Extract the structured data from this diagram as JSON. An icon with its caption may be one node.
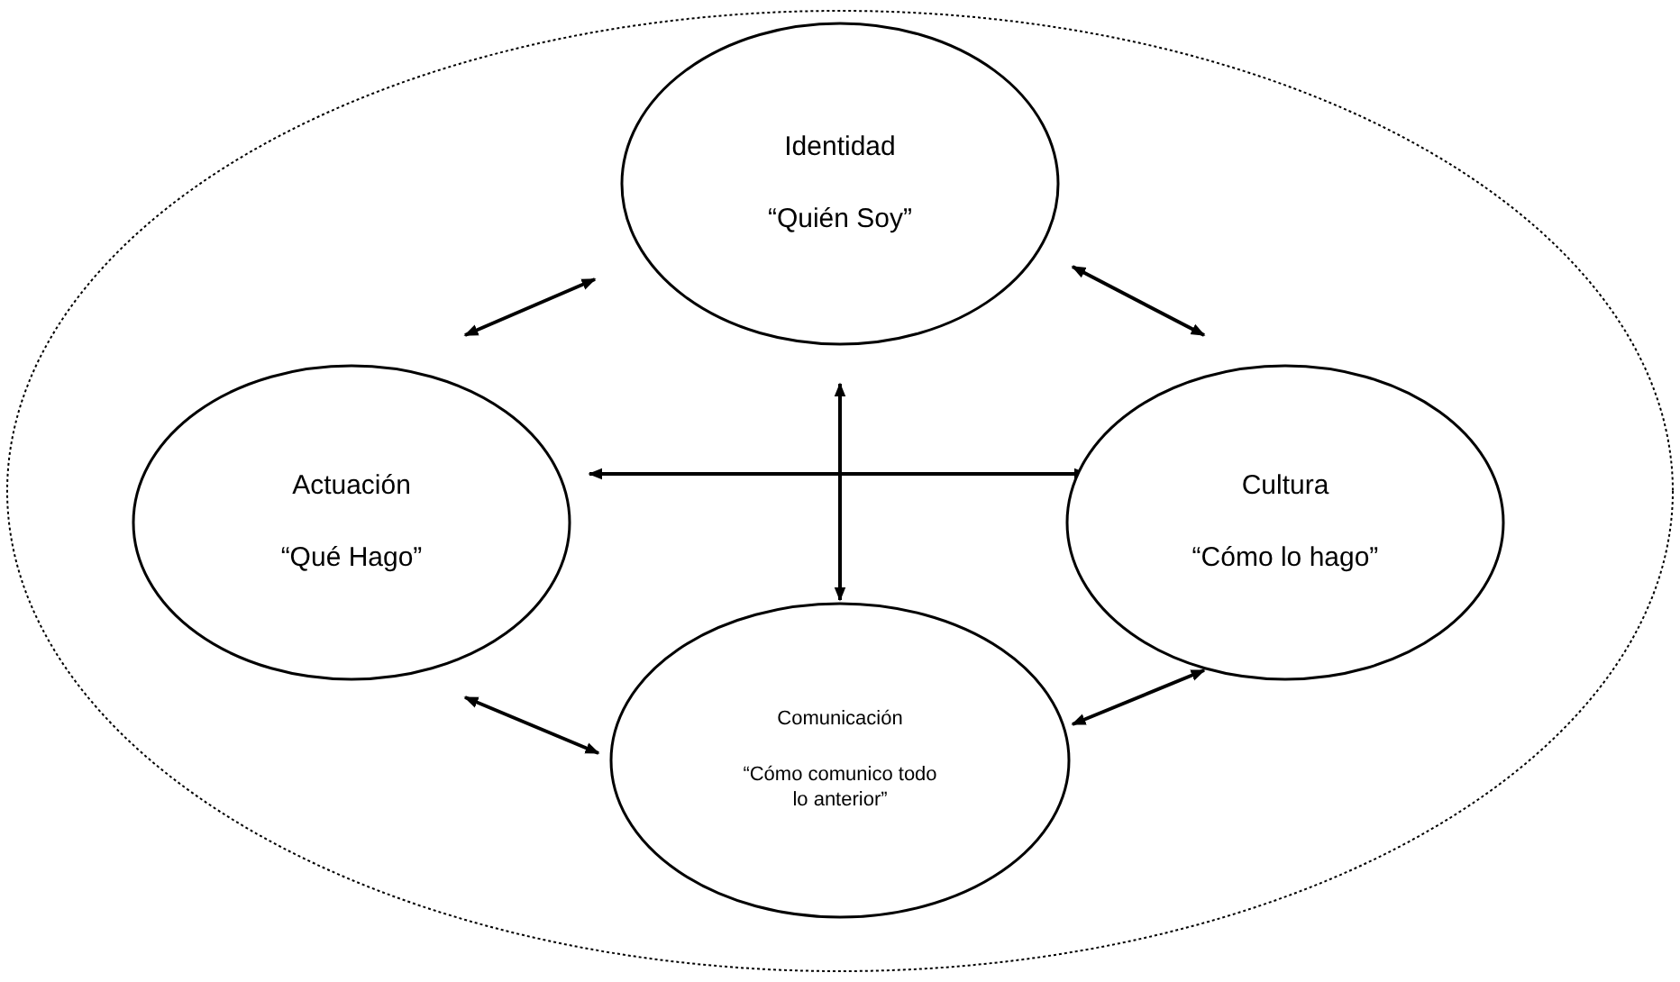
{
  "diagram": {
    "nodes": [
      {
        "text": [],
        "shape": "ellipse"
      },
      {
        "text": [
          "Identidad",
          "“Quién Soy”"
        ],
        "in": 0
      },
      {
        "text": [
          "Actuación",
          "“Qué Hago”"
        ],
        "in": 0
      },
      {
        "text": [
          "Cultura",
          "“Cómo lo hago”"
        ],
        "in": 0
      },
      {
        "text": [
          "Comunicación",
          "“Cómo comunico todo lo anterior”"
        ],
        "in": 0
      }
    ],
    "edges": [
      {
        "from": 2,
        "to": 1,
        "arrow": "both"
      },
      {
        "from": 1,
        "to": 3,
        "arrow": "both"
      },
      {
        "from": 2,
        "to": 3,
        "arrow": "both"
      },
      {
        "from": 1,
        "to": 4,
        "arrow": "both"
      },
      {
        "from": 2,
        "to": 4,
        "arrow": "both"
      },
      {
        "from": 4,
        "to": 3,
        "arrow": "both"
      }
    ]
  }
}
